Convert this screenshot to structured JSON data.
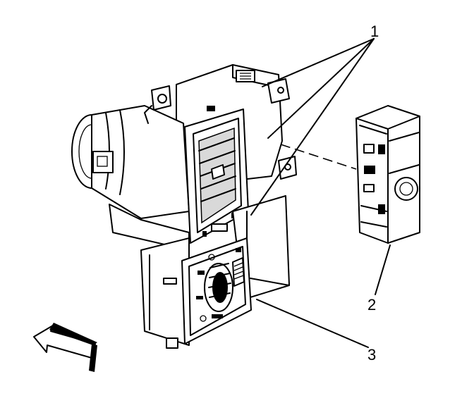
{
  "callouts": {
    "one": "1",
    "two": "2",
    "three": "3"
  },
  "colors": {
    "background": "#ffffff",
    "ink": "#000000"
  }
}
